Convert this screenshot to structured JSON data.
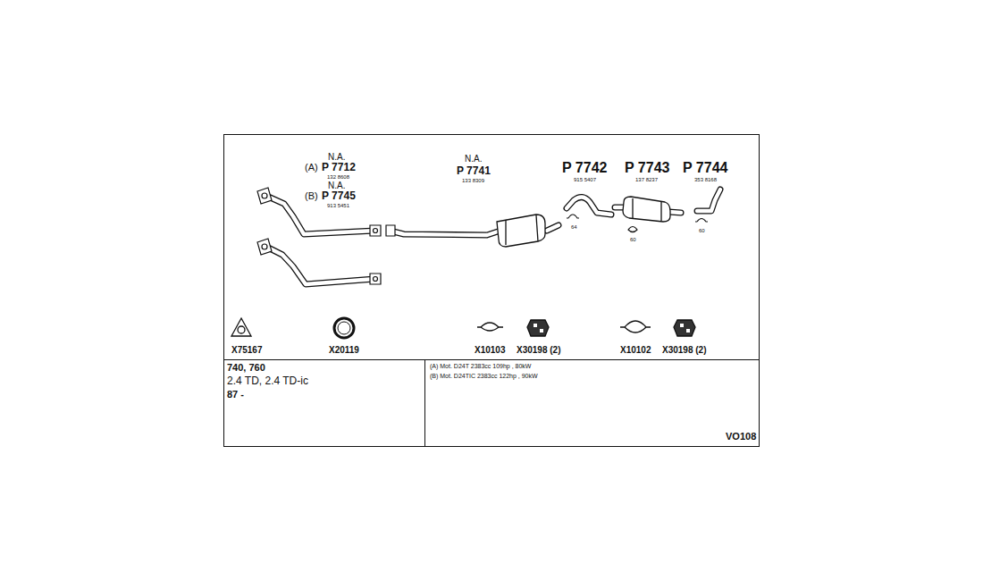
{
  "diagram": {
    "labels": [
      "N.A.",
      "(A)",
      "P 7712",
      "132 8608",
      "N.A.",
      "(B)",
      "P 7745",
      "913 5451",
      "N.A.",
      "P 7741",
      "133 8309",
      "P 7742",
      "915 5407",
      "P 7743",
      "137 8237",
      "P 7744",
      "353 8168",
      "64",
      "60",
      "60",
      "X75167",
      "X20119",
      "X10103",
      "X30198 (2)",
      "X10102",
      "X30198 (2)",
      "740, 760",
      "2.4 TD, 2.4 TD-ic",
      "87 -",
      "(A) Mot. D24T 2383cc 109hp , 80kW",
      "(B) Mot. D24TIC 2383cc 122hp , 90kW",
      "VO108"
    ]
  }
}
